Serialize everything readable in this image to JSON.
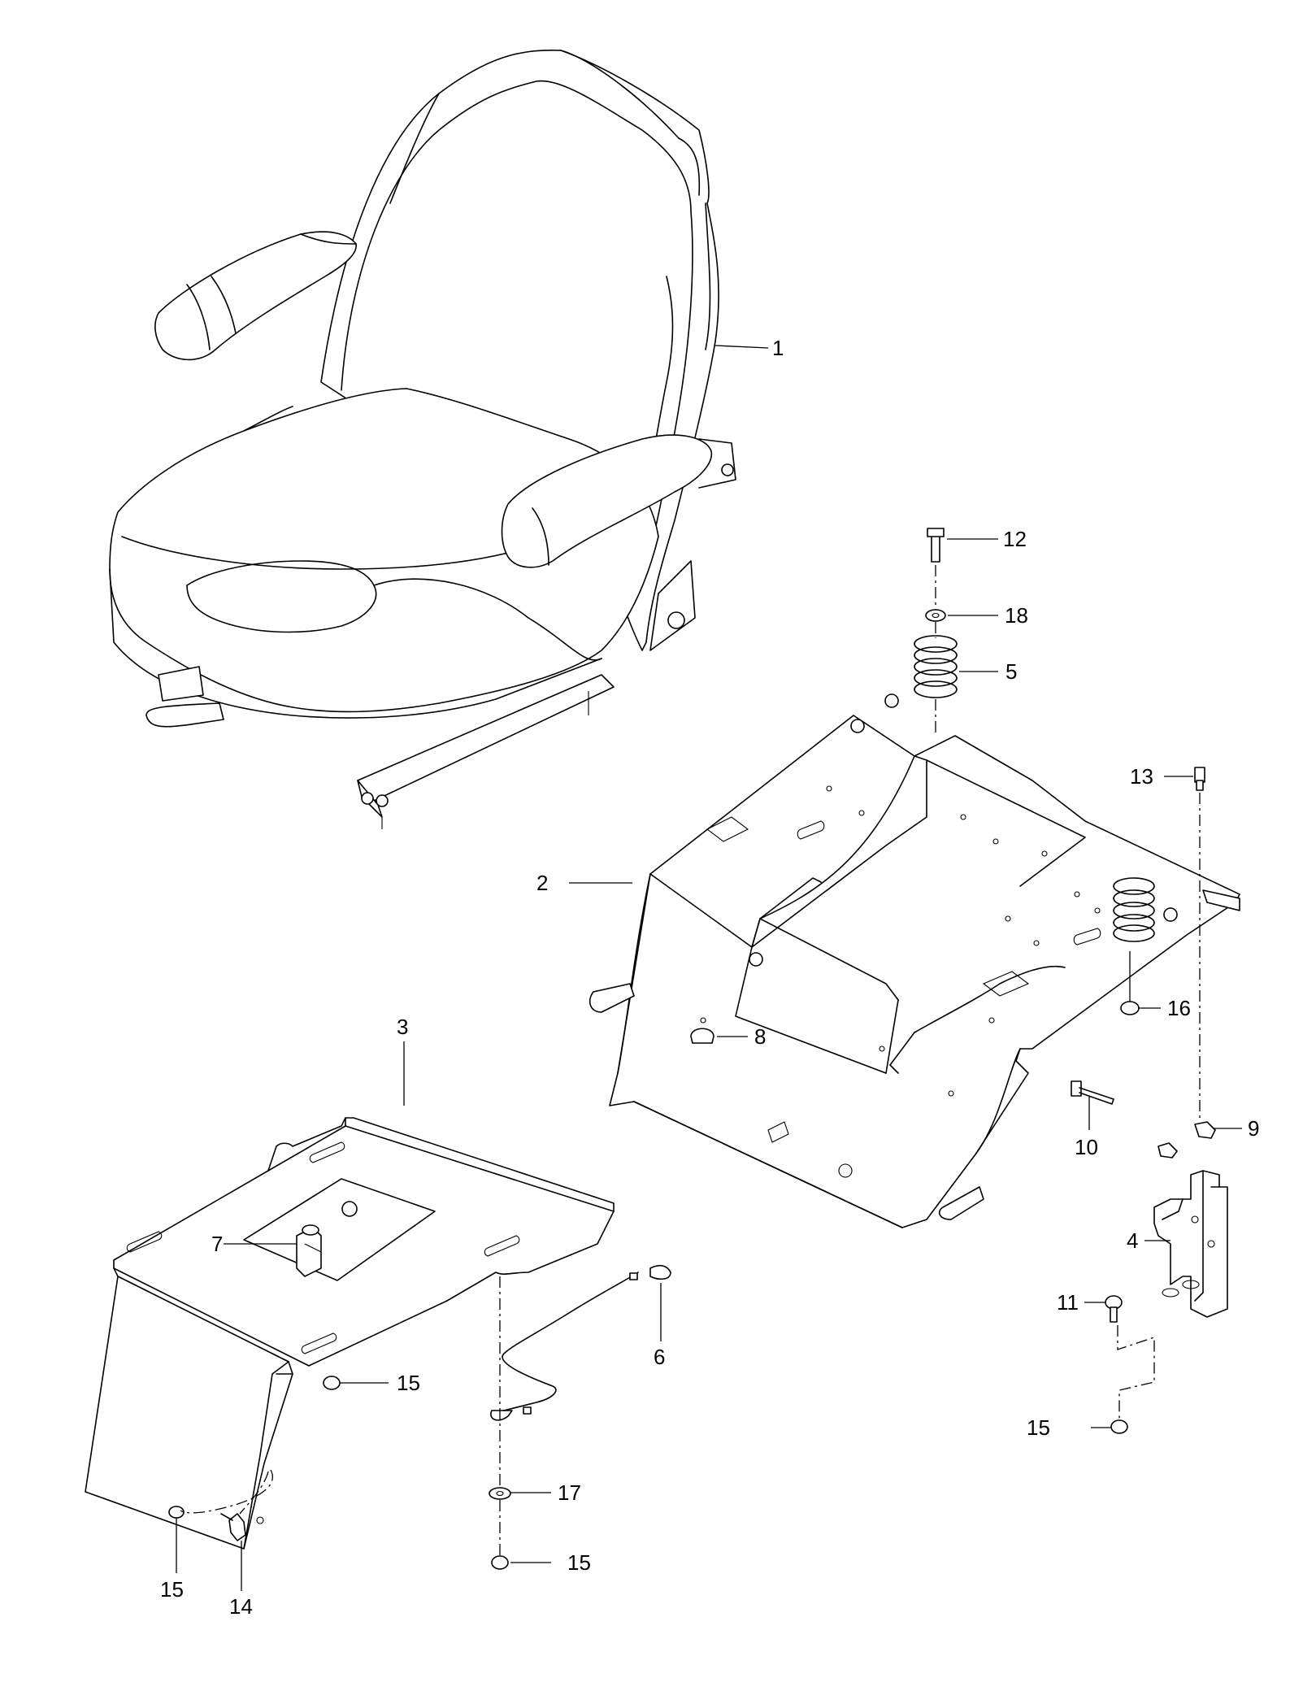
{
  "callouts": [
    {
      "id": "c1",
      "label": "1"
    },
    {
      "id": "c2",
      "label": "2"
    },
    {
      "id": "c3",
      "label": "3"
    },
    {
      "id": "c4",
      "label": "4"
    },
    {
      "id": "c5",
      "label": "5"
    },
    {
      "id": "c6",
      "label": "6"
    },
    {
      "id": "c7",
      "label": "7"
    },
    {
      "id": "c8",
      "label": "8"
    },
    {
      "id": "c9",
      "label": "9"
    },
    {
      "id": "c10",
      "label": "10"
    },
    {
      "id": "c11",
      "label": "11"
    },
    {
      "id": "c12",
      "label": "12"
    },
    {
      "id": "c13",
      "label": "13"
    },
    {
      "id": "c14",
      "label": "14"
    },
    {
      "id": "c15a",
      "label": "15"
    },
    {
      "id": "c15b",
      "label": "15"
    },
    {
      "id": "c15c",
      "label": "15"
    },
    {
      "id": "c15d",
      "label": "15"
    },
    {
      "id": "c16",
      "label": "16"
    },
    {
      "id": "c17",
      "label": "17"
    },
    {
      "id": "c18",
      "label": "18"
    }
  ]
}
